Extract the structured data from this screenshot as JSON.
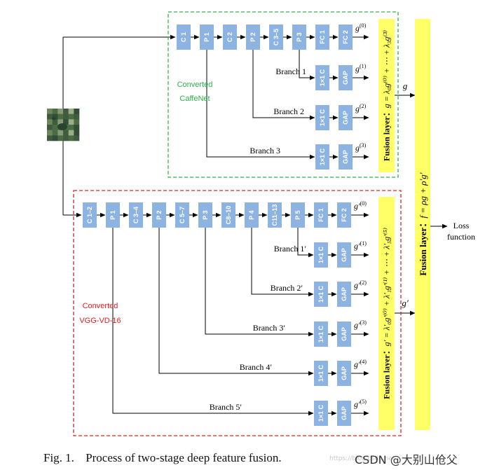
{
  "input_image": {
    "colors": [
      "#6f8a5a",
      "#4c6b45",
      "#8aa07a",
      "#3d5a3d",
      "#a3b58e",
      "#2f4a36"
    ]
  },
  "colors": {
    "block": "#8db3e2",
    "block_text": "#ffffff",
    "fusion_fill": "#ffff66",
    "green_border": "#2fb34a",
    "red_border": "#e02020",
    "line": "#000000"
  },
  "caffenet": {
    "label_line1": "Converted",
    "label_line2": "CaffeNet",
    "main_blocks": [
      "C 1",
      "P 1",
      "C 2",
      "P 2",
      "C 3–5",
      "P 3",
      "FC 1",
      "FC 2"
    ],
    "branch_blocks": [
      "1×1 C",
      "GAP"
    ],
    "branches": [
      "Branch 1",
      "Branch 2",
      "Branch 3"
    ],
    "outputs": [
      {
        "base": "g",
        "sup": "(0)"
      },
      {
        "base": "g",
        "sup": "(1)"
      },
      {
        "base": "g",
        "sup": "(2)"
      },
      {
        "base": "g",
        "sup": "(3)"
      }
    ],
    "fusion_label": "Fusion layer：",
    "fusion_formula": "g = λ₀g⁽⁰⁾ + ⋯ + λ₃g⁽³⁾",
    "result": "g"
  },
  "vgg": {
    "label_line1": "Converted",
    "label_line2": "VGG-VD-16",
    "main_blocks": [
      "C 1–2",
      "P 1",
      "C 3–4",
      "P 2",
      "C 5–7",
      "P 3",
      "C8–10",
      "P 4",
      "C11–13",
      "P 5",
      "FC 1",
      "FC 2"
    ],
    "branch_blocks": [
      "1×1 C",
      "GAP"
    ],
    "branches": [
      "Branch 1′",
      "Branch 2′",
      "Branch 3′",
      "Branch 4′",
      "Branch 5′"
    ],
    "outputs": [
      {
        "base": "g′",
        "sup": "(0)"
      },
      {
        "base": "g′",
        "sup": "(1)"
      },
      {
        "base": "g′",
        "sup": "(2)"
      },
      {
        "base": "g′",
        "sup": "(3)"
      },
      {
        "base": "g′",
        "sup": "(4)"
      },
      {
        "base": "g′",
        "sup": "(5)"
      }
    ],
    "fusion_label": "Fusion layer：",
    "fusion_formula": "g′ = λ′₀g′⁽⁰⁾ + λ′₁g′⁽¹⁾ + ⋯ + λ′₅g′⁽⁵⁾",
    "result": "g′"
  },
  "final_fusion": {
    "label": "Fusion layer：",
    "formula": "f = ρg + ρ′g′"
  },
  "loss": {
    "line1": "Loss",
    "line2": "function"
  },
  "caption": {
    "number": "Fig. 1.",
    "text": "Process of two-stage deep feature fusion."
  },
  "watermark": {
    "text": "CSDN @大别山伧父",
    "mini": "https://blog.csdn.net"
  }
}
